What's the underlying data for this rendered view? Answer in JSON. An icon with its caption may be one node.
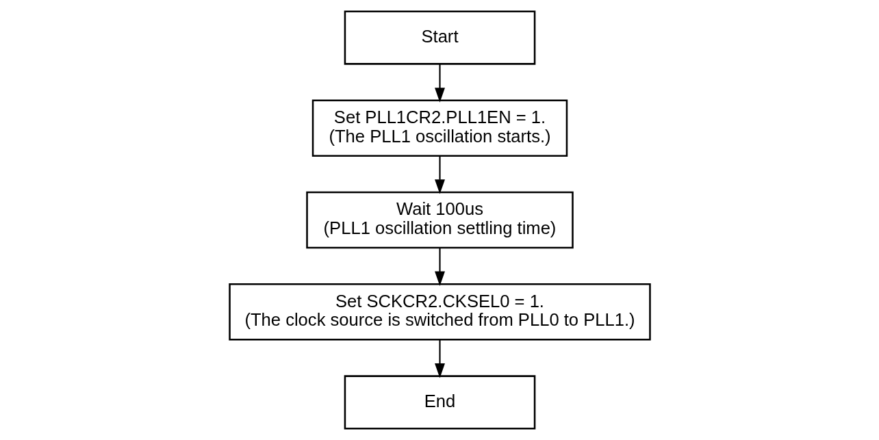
{
  "diagram": {
    "nodes": [
      {
        "text": [
          "Start"
        ]
      },
      {
        "text": [
          "Set PLL1CR2.PLL1EN = 1.",
          "(The PLL1 oscillation starts.)"
        ]
      },
      {
        "text": [
          "Wait 100us",
          "(PLL1 oscillation settling time)"
        ]
      },
      {
        "text": [
          "Set SCKCR2.CKSEL0 = 1.",
          "(The clock source is switched from PLL0 to PLL1.)"
        ]
      },
      {
        "text": [
          "End"
        ]
      }
    ],
    "edges": [
      {
        "from": 0,
        "to": 1,
        "arrow": "to"
      },
      {
        "from": 1,
        "to": 2,
        "arrow": "to"
      },
      {
        "from": 2,
        "to": 3,
        "arrow": "to"
      },
      {
        "from": 3,
        "to": 4,
        "arrow": "to"
      }
    ]
  }
}
